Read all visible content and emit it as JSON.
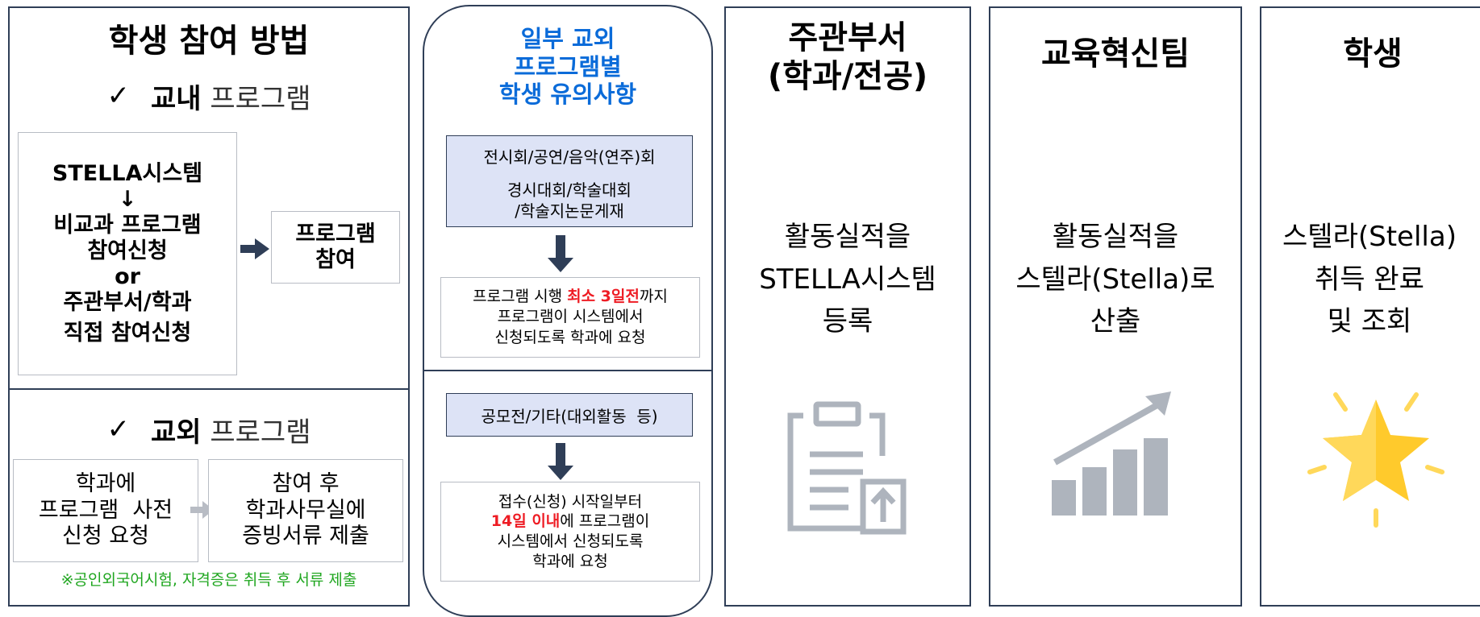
{
  "colors": {
    "panel_border": "#2f3e57",
    "accent_blue": "#0a6bd9",
    "accent_red": "#ee1c24",
    "note_green": "#1fa61f",
    "table_fill": "#dde3f6",
    "icon_gray": "#aeb4bd",
    "star_yellow": "#ffca2c"
  },
  "left": {
    "title": "학생 참여 방법",
    "check": "✓",
    "internal": {
      "bold": "교내",
      "rest": " 프로그램"
    },
    "stella_box": {
      "line1": "STELLA시스템",
      "arrow": "↓",
      "line2": "비교과 프로그램",
      "line3": "참여신청",
      "line4": "or",
      "line5": "주관부서/학과",
      "line6": "직접 참여신청"
    },
    "program_box": {
      "line1": "프로그램",
      "line2": "참여"
    },
    "external": {
      "bold": "교외",
      "rest": " 프로그램"
    },
    "dept_box": {
      "line1": "학과에",
      "line2": "프로그램  사전",
      "line3": "신청 요청"
    },
    "after_box": {
      "line1": "참여 후",
      "line2": "학과사무실에",
      "line3": "증빙서류 제출"
    },
    "note": "※공인외국어시험, 자격증은 취득 후 서류 제출"
  },
  "middle": {
    "title_line1": "일부 교외",
    "title_line2": "프로그램별",
    "title_line3": "학생 유의사항",
    "row1": "전시회/공연/음악(연주)회",
    "row2_line1": "경시대회/학술대회",
    "row2_line2": "/학술지논문게재",
    "note1": {
      "pre": "프로그램 시행 ",
      "red": "최소 3일전",
      "post": "까지",
      "line2": "프로그램이 시스템에서",
      "line3": "신청되도록 학과에 요청"
    },
    "row3": "공모전/기타(대외활동  등)",
    "note2": {
      "line1": "접수(신청) 시작일부터",
      "red": "14일 이내",
      "post": "에 프로그램이",
      "line3": "시스템에서 신청되도록",
      "line4": "학과에 요청"
    }
  },
  "col1": {
    "title_line1": "주관부서",
    "title_line2": "(학과/전공)",
    "body_line1": "활동실적을",
    "body_line2": "STELLA시스템",
    "body_line3": "등록",
    "icon": "clipboard-upload-icon"
  },
  "col2": {
    "title": "교육혁신팀",
    "body_line1": "활동실적을",
    "body_line2": "스텔라(Stella)로",
    "body_line3": "산출",
    "icon": "growth-chart-icon"
  },
  "col3": {
    "title": "학생",
    "body_line1": "스텔라(Stella)",
    "body_line2": "취득 완료",
    "body_line3": "및 조회",
    "icon": "sparkle-star-icon"
  }
}
